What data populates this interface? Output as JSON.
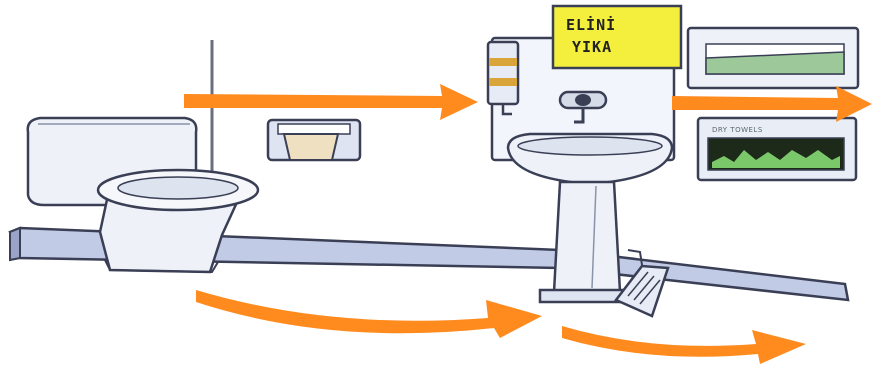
{
  "sign": {
    "line1": "ELİNİ",
    "line2": "YIKA"
  },
  "dryer_panel": {
    "label": "DRY TOWELS"
  },
  "colors": {
    "arrow": "#ff8a1e",
    "outline": "#3a3f55",
    "fixture": "#eef2f8",
    "floor_pipe": "#b9c2e0",
    "sign_bg": "#f4ee3c",
    "paper_towel": "#9dc99a",
    "dryer_screen": "#1d2a1a",
    "dryer_wave": "#7bc86b"
  },
  "icons": [
    "toilet-icon",
    "toilet-paper-icon",
    "sink-icon",
    "soap-dispenser-icon",
    "faucet-icon",
    "paper-towel-dispenser-icon",
    "hand-dryer-icon",
    "foot-pedal-icon",
    "arrow-right-icon"
  ]
}
